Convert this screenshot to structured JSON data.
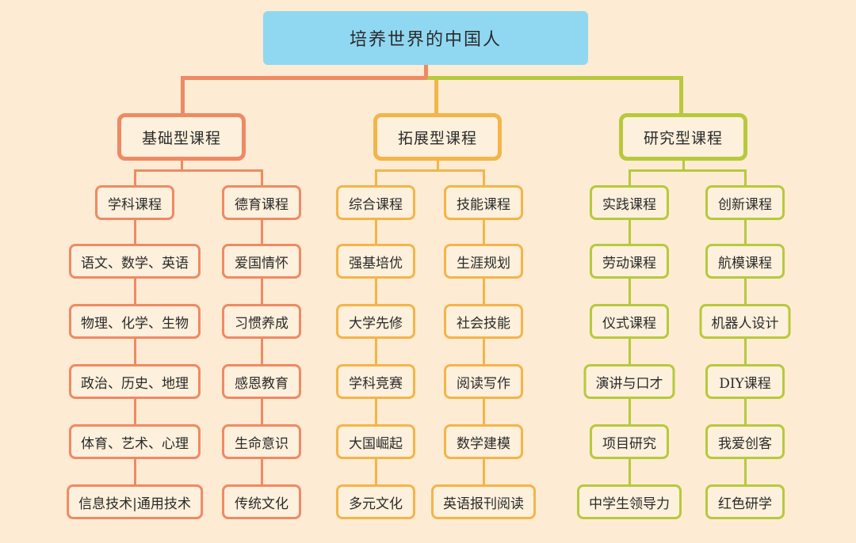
{
  "title": "培养世界的中国人",
  "colors": {
    "background": "#fdebd4",
    "title_box": "#90d8f2",
    "basic": "#ee8a64",
    "extended": "#f3b549",
    "research": "#b7c93c"
  },
  "branches": [
    {
      "label": "基础型课程",
      "color": "#ee8a64",
      "columns": [
        {
          "header": "学科课程",
          "items": [
            "语文、数学、英语",
            "物理、化学、生物",
            "政治、历史、地理",
            "体育、艺术、心理",
            "信息技术|通用技术"
          ]
        },
        {
          "header": "德育课程",
          "items": [
            "爱国情怀",
            "习惯养成",
            "感恩教育",
            "生命意识",
            "传统文化"
          ]
        }
      ]
    },
    {
      "label": "拓展型课程",
      "color": "#f3b549",
      "columns": [
        {
          "header": "综合课程",
          "items": [
            "强基培优",
            "大学先修",
            "学科竞赛",
            "大国崛起",
            "多元文化"
          ]
        },
        {
          "header": "技能课程",
          "items": [
            "生涯规划",
            "社会技能",
            "阅读写作",
            "数学建模",
            "英语报刊阅读"
          ]
        }
      ]
    },
    {
      "label": "研究型课程",
      "color": "#b7c93c",
      "columns": [
        {
          "header": "实践课程",
          "items": [
            "劳动课程",
            "仪式课程",
            "演讲与口才",
            "项目研究",
            "中学生领导力"
          ]
        },
        {
          "header": "创新课程",
          "items": [
            "航模课程",
            "机器人设计",
            "DIY课程",
            "我爱创客",
            "红色研学"
          ]
        }
      ]
    }
  ]
}
